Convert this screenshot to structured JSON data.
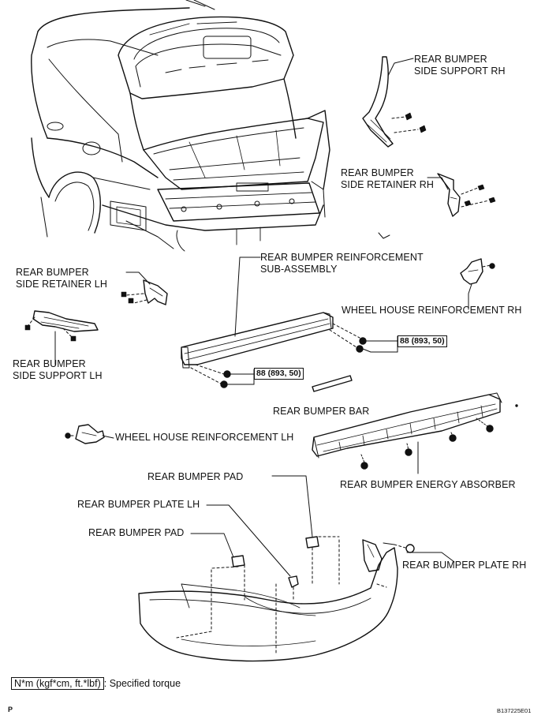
{
  "labels": {
    "side_support_rh": [
      "REAR BUMPER",
      "SIDE SUPPORT RH"
    ],
    "side_retainer_rh": [
      "REAR BUMPER",
      "SIDE RETAINER RH"
    ],
    "reinforcement_sub": [
      "REAR BUMPER REINFORCEMENT",
      "SUB-ASSEMBLY"
    ],
    "side_retainer_lh": [
      "REAR BUMPER",
      "SIDE RETAINER LH"
    ],
    "wheel_house_rh": "WHEEL HOUSE REINFORCEMENT RH",
    "side_support_lh": [
      "REAR BUMPER",
      "SIDE SUPPORT LH"
    ],
    "bumper_bar": "REAR  BUMPER BAR",
    "wheel_house_lh": "WHEEL HOUSE REINFORCEMENT LH",
    "bumper_pad_top": "REAR BUMPER PAD",
    "energy_absorber": "REAR BUMPER ENERGY ABSORBER",
    "plate_lh": "REAR BUMPER PLATE LH",
    "bumper_pad_left": "REAR BUMPER PAD",
    "plate_rh": "REAR BUMPER PLATE RH"
  },
  "torque": {
    "upper": "88 (893, 50)",
    "lower": "88 (893, 50)"
  },
  "legend": {
    "box": "N*m (kgf*cm, ft.*lbf)",
    "text": ": Specified torque"
  },
  "footer": {
    "left": "P",
    "right": "B137225E01"
  }
}
